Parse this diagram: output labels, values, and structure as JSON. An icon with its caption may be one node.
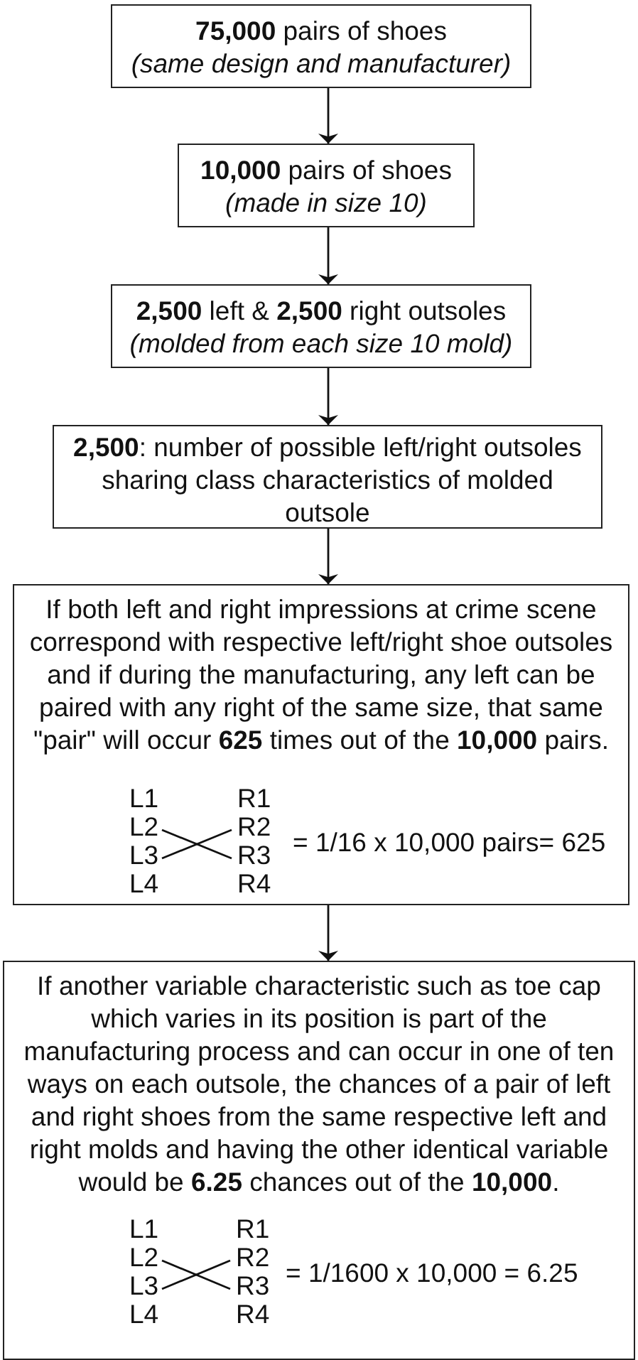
{
  "diagram": {
    "nodes": [
      {
        "text": [
          "**75,000** pairs of shoes",
          "(same design and manufacturer)"
        ]
      },
      {
        "text": [
          "**10,000** pairs of shoes",
          "(made in size 10)"
        ]
      },
      {
        "text": [
          "**2,500** left & **2,500** right outsoles",
          "(molded from each size 10 mold)"
        ]
      },
      {
        "text": [
          "**2,500**: number of possible left/right outsoles sharing class characteristics of molded outsole"
        ]
      },
      {
        "text": [
          "If both left and right impressions at crime scene correspond with respective left/right shoe outsoles and if during the manufacturing, any left can be paired with any right of the same size, that same \"pair\" will occur **625** times out of the **10,000** pairs.",
          "L1",
          "L2",
          "L3",
          "L4",
          "R1",
          "R2",
          "R3",
          "R4",
          "= 1/16 x 10,000 pairs= 625"
        ]
      },
      {
        "text": [
          "If another variable characteristic such as toe cap which varies in its position is part of the manufacturing process and can occur in one of ten ways on each outsole, the chances of a pair of left and right shoes from the same respective left and right molds and having the other identical variable would be **6.25** chances out of the **10,000**.",
          "L1",
          "L2",
          "L3",
          "L4",
          "R1",
          "R2",
          "R3",
          "R4",
          "= 1/1600 x 10,000 = 6.25"
        ]
      }
    ],
    "edges": [
      {
        "from": 0,
        "to": 1,
        "arrow": "to"
      },
      {
        "from": 1,
        "to": 2,
        "arrow": "to"
      },
      {
        "from": 2,
        "to": 3,
        "arrow": "to"
      },
      {
        "from": 3,
        "to": 4,
        "arrow": "to"
      },
      {
        "from": 4,
        "to": 5,
        "arrow": "to"
      }
    ]
  }
}
